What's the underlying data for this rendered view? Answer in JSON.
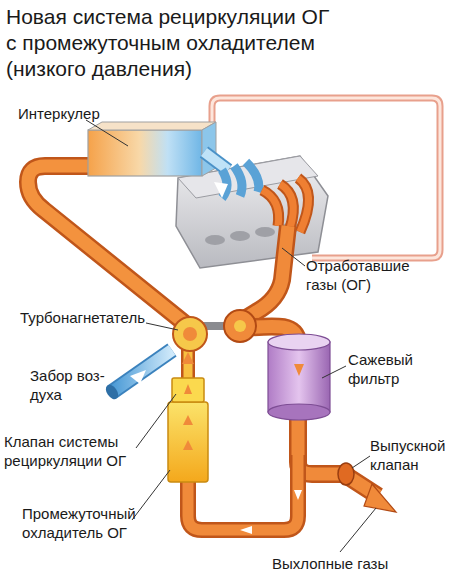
{
  "diagram": {
    "title": "Новая система рециркуляции ОГ с промежуточным охладителем (низкого давления)",
    "labels": [
      "Интеркулер",
      "Отработавшие газы (ОГ)",
      "Турбонагнетатель",
      "Сажевый фильтр",
      "Забор воз- духа",
      "Клапан системы рециркуляции ОГ",
      "Выпускной клапан",
      "Промежуточный охладитель ОГ",
      "Выхлопные газы"
    ]
  }
}
